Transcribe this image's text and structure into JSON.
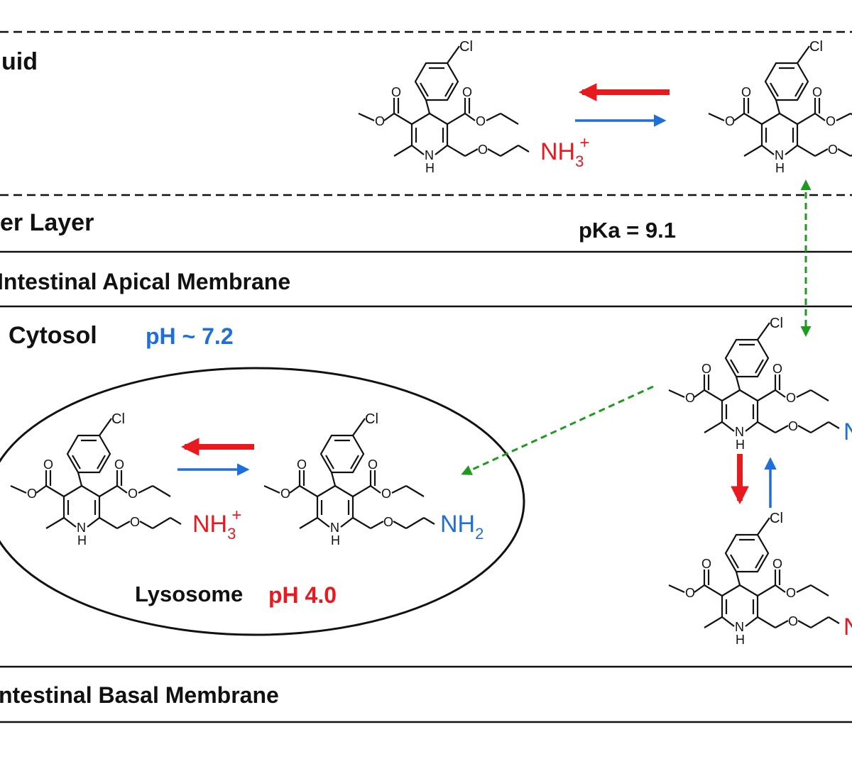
{
  "layers": {
    "fluid_label": "uid",
    "water_layer_label": "er Layer",
    "apical_membrane_label": "Intestinal Apical Membrane",
    "cytosol_label": "Cytosol",
    "basal_membrane_label": "ntestinal Basal Membrane"
  },
  "values": {
    "pka": "pKa = 9.1",
    "cytosol_ph": "pH ~ 7.2",
    "lysosome_label": "Lysosome",
    "lysosome_ph": "pH 4.0"
  },
  "molecule_labels": {
    "chloro": "Cl",
    "nh": "N",
    "h": "H",
    "o": "O",
    "nh3_base": "NH",
    "nh3_sub": "3",
    "nh3_sup": "+",
    "nh2_base": "NH",
    "nh2_sub": "2",
    "trunc_amine_blue": "N",
    "trunc_amine_red": "N"
  },
  "colors": {
    "protonated": "#e8191f",
    "neutral": "#1e6fd9",
    "diffusion": "#1e9a1e",
    "ink": "#111111"
  }
}
